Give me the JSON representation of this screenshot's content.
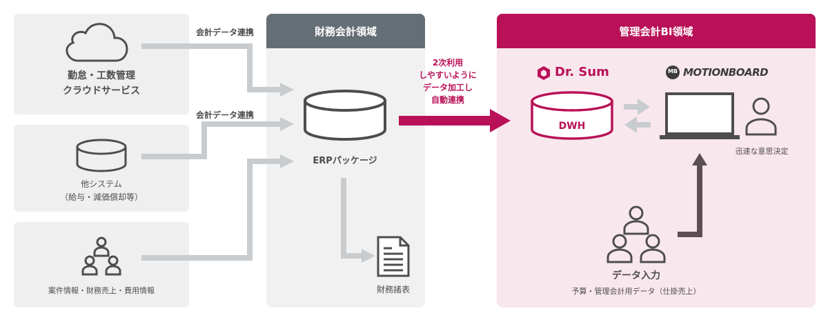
{
  "sources": {
    "cloud_label_line1": "勤怠・工数管理",
    "cloud_label_line2": "クラウドサービス",
    "other_label_line1": "他システム",
    "other_label_line2": "（給与・減価償却等）",
    "people_label": "案件情報・財務売上・費用情報"
  },
  "flows": {
    "sync_label_1": "会計データ連携",
    "sync_label_2": "会計データ連携",
    "secondary_line1": "2次利用",
    "secondary_line2": "しやすいように",
    "secondary_line3": "データ加工し",
    "secondary_line4": "自動連携"
  },
  "finance_region": {
    "title": "財務会計領域",
    "erp_label": "ERPパッケージ",
    "report_label": "財務諸表"
  },
  "bi_region": {
    "title": "管理会計BI領域",
    "drsum_logo": "Dr. Sum",
    "dwh_label": "DWH",
    "motionboard_logo": "MOTIONBOARD",
    "mb_badge": "MB",
    "decision_label": "迅速な意思決定",
    "data_input_label": "データ入力",
    "data_input_sub": "予算・管理会計用データ（仕掛売上）"
  },
  "colors": {
    "finance_header": "#646e75",
    "bi_header": "#b91158",
    "bi_background": "#f9e7ee",
    "source_background": "#efefef",
    "connector_gray": "#c8ccce",
    "icon_dark": "#4d4d4d"
  }
}
